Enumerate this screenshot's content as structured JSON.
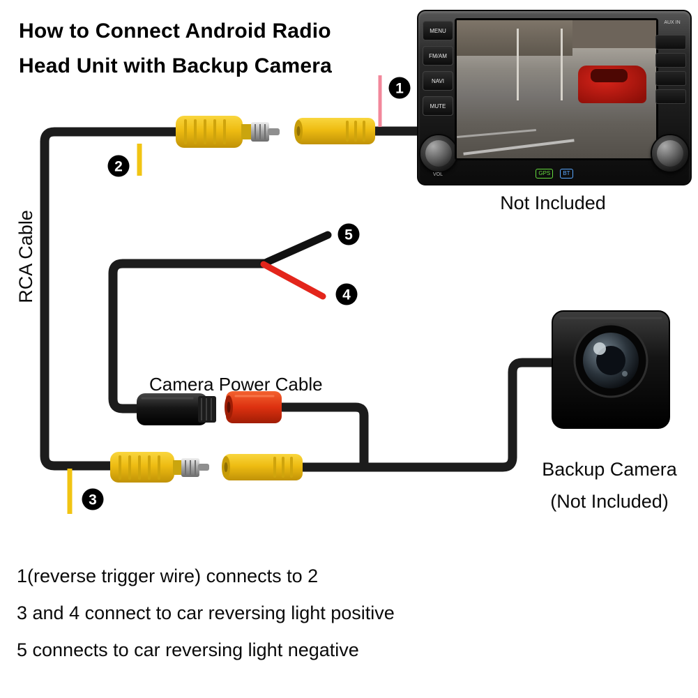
{
  "title": {
    "line1": "How to Connect Android Radio",
    "line2": "Head Unit with Backup Camera"
  },
  "labels": {
    "head_unit_not_included": "Not Included",
    "rca_cable": "RCA Cable",
    "camera_power_cable": "Camera Power Cable",
    "backup_camera_line1": "Backup Camera",
    "backup_camera_line2": "(Not Included)"
  },
  "markers": {
    "m1": "1",
    "m2": "2",
    "m3": "3",
    "m4": "4",
    "m5": "5"
  },
  "instructions": [
    "1(reverse trigger wire) connects to 2",
    "3 and 4 connect to car reversing light positive",
    "5 connects to car reversing light negative"
  ],
  "head_unit": {
    "left_buttons": [
      "MENU",
      "FM/AM",
      "NAVI",
      "MUTE"
    ],
    "aux_label": "AUX IN",
    "volume_label": "VOL",
    "badges": [
      "GPS",
      "BT"
    ]
  },
  "colors": {
    "cable_black": "#1c1c1c",
    "rca_yellow": "#eebc12",
    "wire_yellow": "#f1c413",
    "wire_red": "#e3251b",
    "trigger_wire_pink": "#f2879b",
    "power_connector_red": "#dd3110"
  }
}
